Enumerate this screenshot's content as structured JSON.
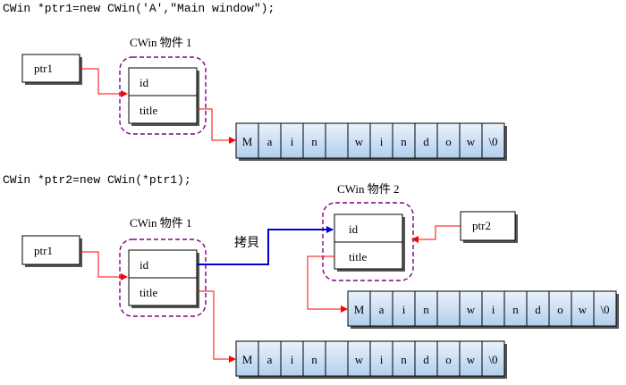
{
  "code_line_1": "CWin *ptr1=new CWin('A',\"Main window\");",
  "code_line_2": "CWin *ptr2=new CWin(*ptr1);",
  "diagram1": {
    "object_title": "CWin 物件 1",
    "pointer": "ptr1",
    "fields": [
      "id",
      "title"
    ],
    "string_cells": [
      "M",
      "a",
      "i",
      "n",
      "",
      "w",
      "i",
      "n",
      "d",
      "o",
      "w",
      "\\0"
    ]
  },
  "diagram2": {
    "object1_title": "CWin 物件 1",
    "object2_title": "CWin 物件 2",
    "pointer1": "ptr1",
    "pointer2": "ptr2",
    "fields1": [
      "id",
      "title"
    ],
    "fields2": [
      "id",
      "title"
    ],
    "copy_label": "拷貝",
    "string_cells_copy": [
      "M",
      "a",
      "i",
      "n",
      "",
      "w",
      "i",
      "n",
      "d",
      "o",
      "w",
      "\\0"
    ],
    "string_cells_orig": [
      "M",
      "a",
      "i",
      "n",
      "",
      "w",
      "i",
      "n",
      "d",
      "o",
      "w",
      "\\0"
    ]
  },
  "colors": {
    "arrow_red": "#ff0000",
    "arrow_blue": "#0000cc",
    "dashed_purple": "#800080",
    "cell_gradient_top": "#e9f2fb",
    "cell_gradient_bottom": "#b2cfee"
  }
}
